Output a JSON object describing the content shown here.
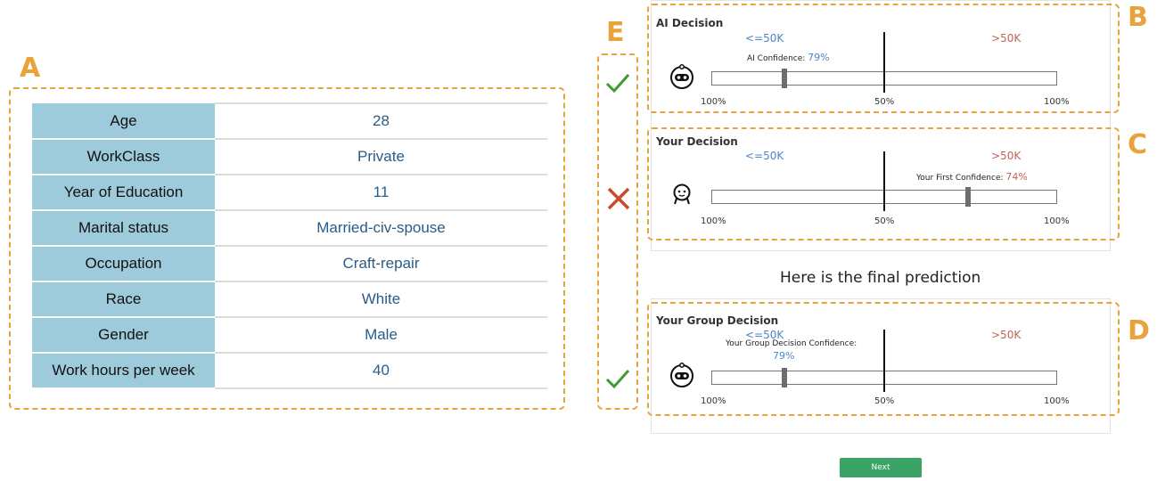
{
  "letters": {
    "a": "A",
    "b": "B",
    "c": "C",
    "d": "D",
    "e": "E"
  },
  "table": [
    {
      "key": "Age",
      "value": "28"
    },
    {
      "key": "WorkClass",
      "value": "Private"
    },
    {
      "key": "Year of Education",
      "value": "11"
    },
    {
      "key": "Marital status",
      "value": "Married-civ-spouse"
    },
    {
      "key": "Occupation",
      "value": "Craft-repair"
    },
    {
      "key": "Race",
      "value": "White"
    },
    {
      "key": "Gender",
      "value": "Male"
    },
    {
      "key": "Work hours per week",
      "value": "40"
    }
  ],
  "ai_decision": {
    "title": "AI Decision",
    "low": "<=50K",
    "high": ">50K",
    "confidence_label": "AI Confidence: ",
    "confidence_value": "79%",
    "ticks": [
      "100%",
      "50%",
      "100%"
    ]
  },
  "your_decision": {
    "title": "Your Decision",
    "low": "<=50K",
    "high": ">50K",
    "confidence_label": "Your First Confidence: ",
    "confidence_value": "74%",
    "ticks": [
      "100%",
      "50%",
      "100%"
    ]
  },
  "final_heading": "Here is the final prediction",
  "group_decision": {
    "title": "Your Group Decision",
    "low": "<=50K",
    "high": ">50K",
    "confidence_label": "Your Group Decision Confidence:",
    "confidence_value": "79%",
    "ticks": [
      "100%",
      "50%",
      "100%"
    ]
  },
  "marks": [
    "check",
    "cross",
    "check"
  ],
  "colors": {
    "accent": "#e8a33d",
    "check": "#3f9a34",
    "cross": "#c94a2b",
    "key_bg": "#9ecbdc",
    "next": "#3aa365"
  },
  "next_label": "Next"
}
